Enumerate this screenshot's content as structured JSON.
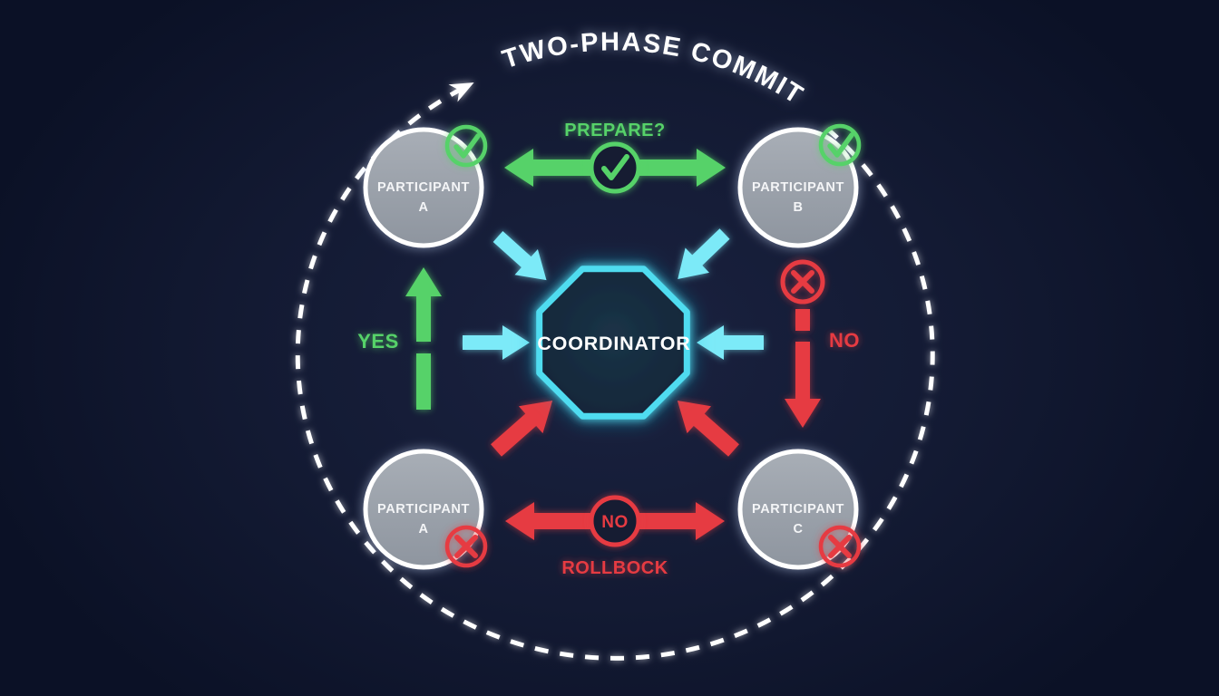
{
  "title": "TWO-PHASE COMMIT",
  "coordinator": {
    "label": "COORDINATOR",
    "shape": "octagon"
  },
  "participants": [
    {
      "position": "top-left",
      "line1": "PARTICIPANT",
      "line2": "A",
      "badge": "check-circle-icon",
      "vote": "yes"
    },
    {
      "position": "top-right",
      "line1": "PARTICIPANT",
      "line2": "B",
      "badge": "check-circle-icon",
      "vote": "yes"
    },
    {
      "position": "bottom-left",
      "line1": "PARTICIPANT",
      "line2": "A",
      "badge": "x-circle-icon",
      "vote": "no"
    },
    {
      "position": "bottom-right",
      "line1": "PARTICIPANT",
      "line2": "C",
      "badge": "x-circle-icon",
      "vote": "no"
    }
  ],
  "labels": {
    "prepare": "PREPARE?",
    "yes": "YES",
    "no": "NO",
    "no_badge": "NO",
    "rollback": "ROLLBOCK"
  },
  "colors": {
    "background": "#131a33",
    "green": "#57d269",
    "cyan_arrow": "#7ceaf8",
    "cyan_octagon": "#4fdcf0",
    "red": "#e63a42",
    "participant_gray": "#9aa1ab",
    "white": "#ffffff"
  }
}
